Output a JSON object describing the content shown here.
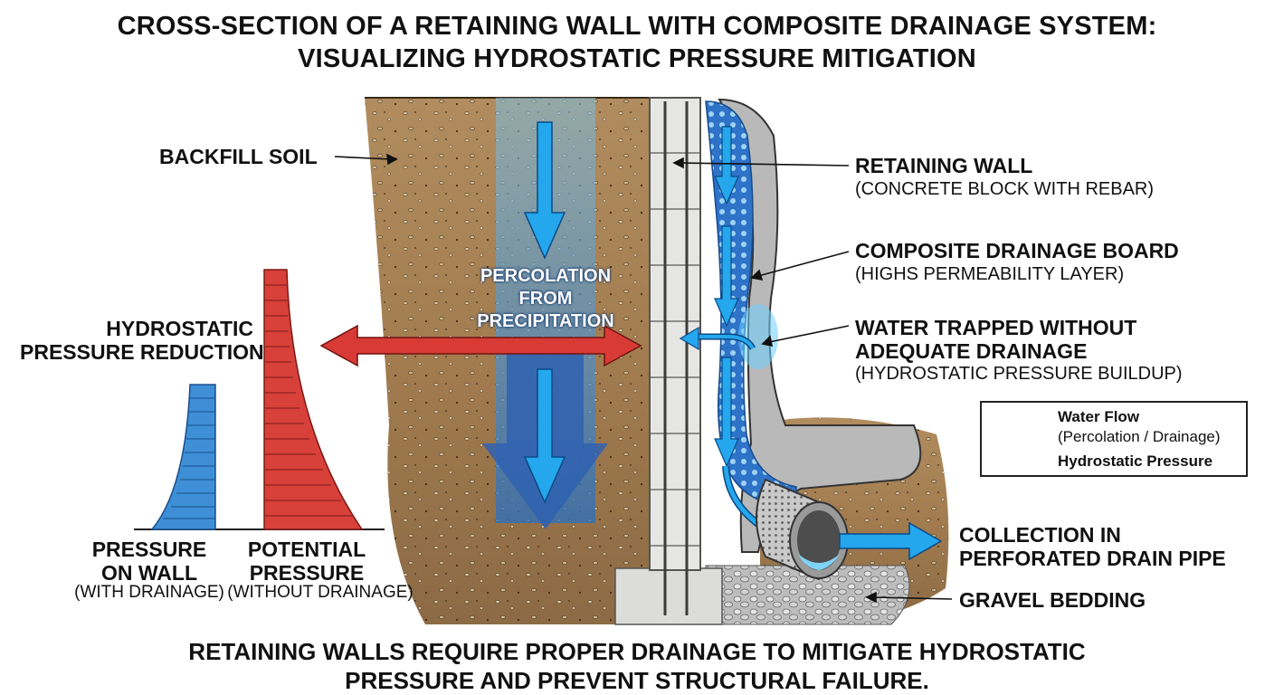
{
  "title": {
    "line1": "CROSS-SECTION OF A RETAINING WALL WITH COMPOSITE DRAINAGE SYSTEM:",
    "line2": "VISUALIZING HYDROSTATIC PRESSURE MITIGATION"
  },
  "labels": {
    "backfill": "BACKFILL SOIL",
    "percolation": [
      "PERCOLATION",
      "FROM",
      "PRECIPITATION"
    ],
    "hydro_reduction": [
      "HYDROSTATIC",
      "PRESSURE REDUCTION"
    ],
    "retaining_wall": "RETAINING WALL",
    "retaining_wall_sub": "(CONCRETE BLOCK WITH REBAR)",
    "drainage_board": "COMPOSITE DRAINAGE BOARD",
    "drainage_board_sub": "(HIGHS PERMEABILITY LAYER)",
    "water_trapped": [
      "WATER TRAPPED WITHOUT",
      "ADEQUATE DRAINAGE"
    ],
    "water_trapped_sub": "(HYDROSTATIC PRESSURE BUILDUP)",
    "collection": [
      "COLLECTION IN",
      "PERFORATED DRAIN PIPE"
    ],
    "gravel": "GRAVEL BEDDING",
    "pressure_on_wall": [
      "PRESSURE",
      "ON WALL"
    ],
    "pressure_on_wall_sub": "(WITH DRAINAGE)",
    "potential_pressure": [
      "POTENTIAL",
      "PRESSURE"
    ],
    "potential_pressure_sub": "(WITHOUT DRAINAGE)"
  },
  "legend": {
    "water_flow": "Water Flow",
    "water_flow_sub": "(Percolation / Drainage)",
    "hydrostatic": "Hydrostatic Pressure"
  },
  "footer": {
    "line1": "RETAINING WALLS REQUIRE PROPER DRAINAGE TO MITIGATE HYDROSTATIC",
    "line2": "PRESSURE AND PREVENT STRUCTURAL FAILURE."
  },
  "colors": {
    "water_blue": "#29a8e8",
    "pressure_red": "#d83a35",
    "soil": "#a98457",
    "concrete": "#e4e4e2"
  },
  "pressure_profiles": {
    "with_drainage_relative_height": 0.56,
    "without_drainage_relative_height": 1.0
  }
}
